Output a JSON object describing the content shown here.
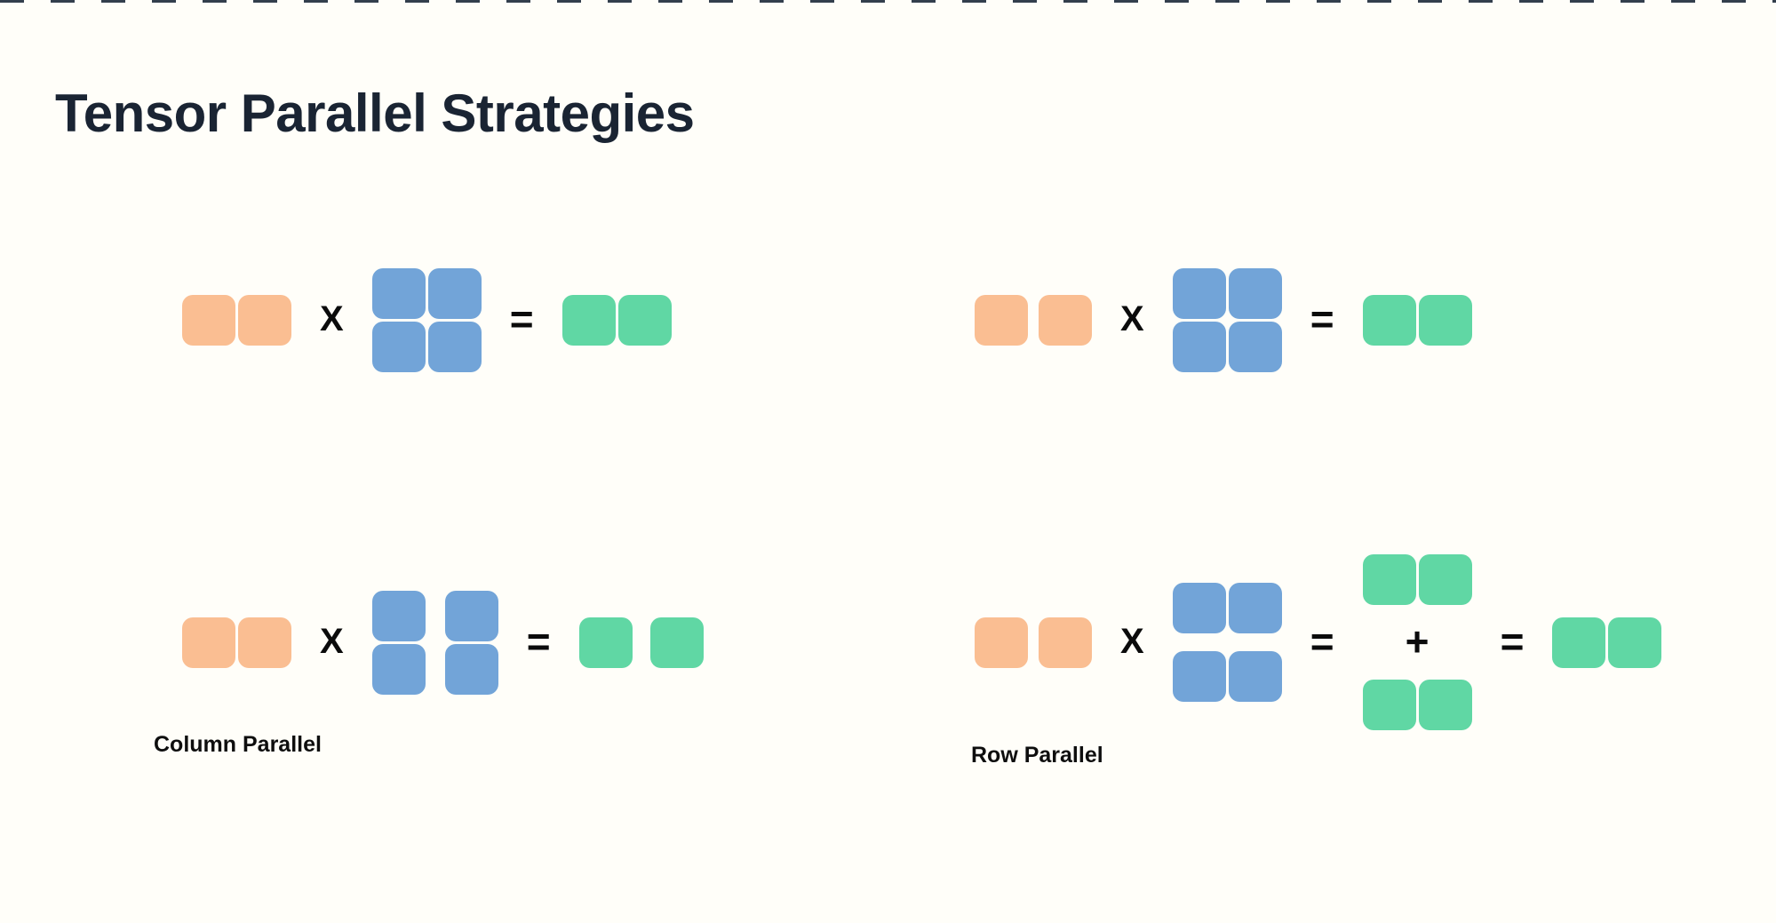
{
  "title": "Tensor Parallel Strategies",
  "operators": {
    "times": "X",
    "equals": "=",
    "plus": "+"
  },
  "labels": {
    "column": "Column Parallel",
    "row": "Row Parallel"
  },
  "colors": {
    "input": "#FABE92",
    "weight": "#72A4D8",
    "output": "#60D7A4",
    "title": "#1A2433",
    "background": "#FFFEF9",
    "dash": "#333F4D",
    "operator": "#0B0B0B"
  },
  "diagrams": [
    {
      "id": "top-left",
      "items": [
        {
          "kind": "grid",
          "role": "input",
          "rows": 1,
          "cols": 2,
          "split": "none"
        },
        {
          "kind": "op",
          "op": "times"
        },
        {
          "kind": "grid",
          "role": "weight",
          "rows": 2,
          "cols": 2,
          "split": "none"
        },
        {
          "kind": "op",
          "op": "equals"
        },
        {
          "kind": "grid",
          "role": "output",
          "rows": 1,
          "cols": 2,
          "split": "none"
        }
      ]
    },
    {
      "id": "top-right",
      "items": [
        {
          "kind": "grid",
          "role": "input",
          "rows": 1,
          "cols": 2,
          "split": "cols"
        },
        {
          "kind": "op",
          "op": "times"
        },
        {
          "kind": "grid",
          "role": "weight",
          "rows": 2,
          "cols": 2,
          "split": "none"
        },
        {
          "kind": "op",
          "op": "equals"
        },
        {
          "kind": "grid",
          "role": "output",
          "rows": 1,
          "cols": 2,
          "split": "none"
        }
      ]
    },
    {
      "id": "column-parallel",
      "items": [
        {
          "kind": "grid",
          "role": "input",
          "rows": 1,
          "cols": 2,
          "split": "none"
        },
        {
          "kind": "op",
          "op": "times"
        },
        {
          "kind": "grid",
          "role": "weight",
          "rows": 2,
          "cols": 2,
          "split": "cols"
        },
        {
          "kind": "op",
          "op": "equals"
        },
        {
          "kind": "grid",
          "role": "output",
          "rows": 1,
          "cols": 2,
          "split": "cols"
        }
      ]
    },
    {
      "id": "row-parallel",
      "items": [
        {
          "kind": "grid",
          "role": "input",
          "rows": 1,
          "cols": 2,
          "split": "cols"
        },
        {
          "kind": "op",
          "op": "times"
        },
        {
          "kind": "grid",
          "role": "weight",
          "rows": 2,
          "cols": 2,
          "split": "rows"
        },
        {
          "kind": "op",
          "op": "equals"
        },
        {
          "kind": "vstack",
          "items": [
            {
              "kind": "grid",
              "role": "output",
              "rows": 1,
              "cols": 2,
              "split": "none"
            },
            {
              "kind": "op",
              "op": "plus"
            },
            {
              "kind": "grid",
              "role": "output",
              "rows": 1,
              "cols": 2,
              "split": "none"
            }
          ]
        },
        {
          "kind": "op",
          "op": "equals"
        },
        {
          "kind": "grid",
          "role": "output",
          "rows": 1,
          "cols": 2,
          "split": "none"
        }
      ]
    }
  ]
}
